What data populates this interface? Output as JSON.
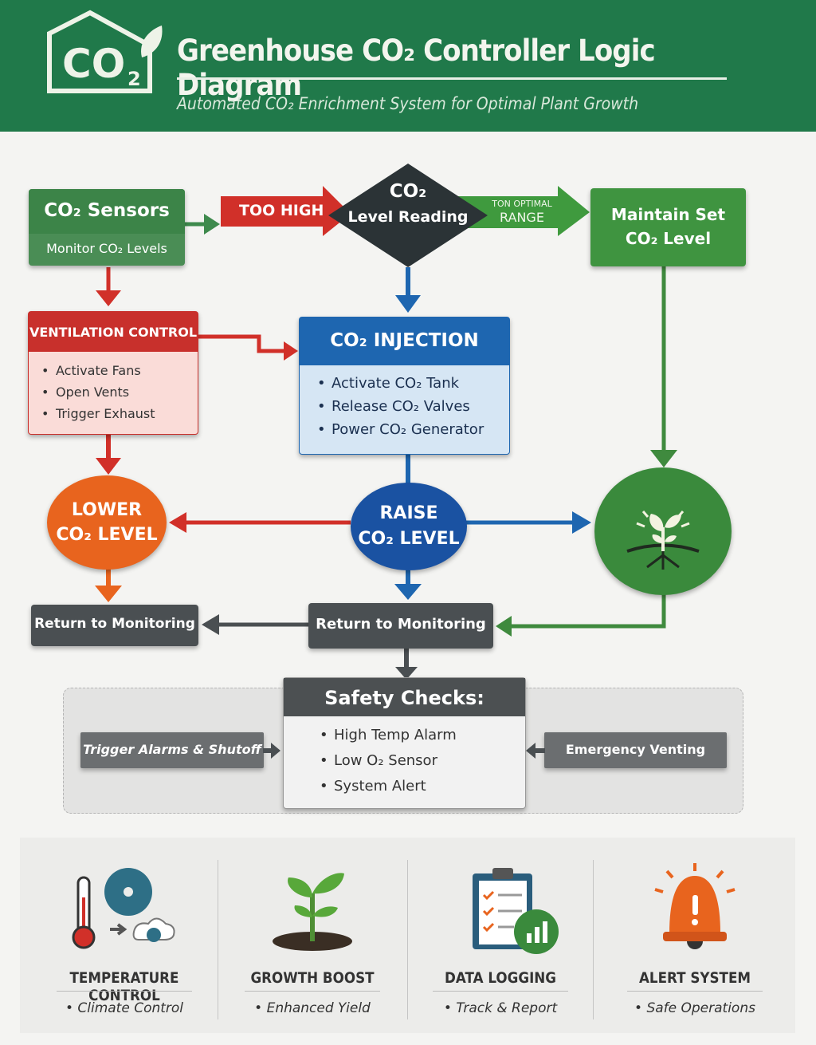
{
  "header": {
    "logo_text": "CO₂",
    "title": "Greenhouse CO₂ Controller Logic Diagram",
    "subtitle": "Automated CO₂ Enrichment System for Optimal Plant Growth"
  },
  "sensors": {
    "title": "CO₂ Sensors",
    "subtitle": "Monitor CO₂ Levels"
  },
  "too_high": "TOO HIGH",
  "decision": {
    "line1": "CO₂",
    "line2": "Level Reading"
  },
  "optimal": {
    "line1": "TON OPTIMAL",
    "line2": "RANGE"
  },
  "maintain": {
    "line1": "Maintain Set",
    "line2": "CO₂ Level"
  },
  "ventilation": {
    "title": "VENTILATION CONTROL",
    "items": [
      "Activate Fans",
      "Open Vents",
      "Trigger Exhaust"
    ]
  },
  "injection": {
    "title": "CO₂ INJECTION",
    "items": [
      "Activate CO₂ Tank",
      "Release CO₂ Valves",
      "Power CO₂ Generator"
    ]
  },
  "lower": {
    "line1": "LOWER",
    "line2": "CO₂ LEVEL"
  },
  "raise": {
    "line1": "RAISE",
    "line2": "CO₂ LEVEL"
  },
  "return_left": "Return to Monitoring",
  "return_center": "Return to Monitoring",
  "safety": {
    "title": "Safety Checks:",
    "items": [
      "High Temp Alarm",
      "Low O₂ Sensor",
      "System Alert"
    ],
    "left": "Trigger Alarms & Shutoff",
    "right": "Emergency Venting"
  },
  "features": [
    {
      "label": "TEMPERATURE CONTROL",
      "sub": "• Climate Control"
    },
    {
      "label": "GROWTH BOOST",
      "sub": "• Enhanced Yield"
    },
    {
      "label": "DATA LOGGING",
      "sub": "• Track & Report"
    },
    {
      "label": "ALERT SYSTEM",
      "sub": "• Safe Operations"
    }
  ],
  "colors": {
    "green": "#20794a",
    "red": "#cc2f2a",
    "blue": "#1e66b0",
    "orange": "#e8641e",
    "gray": "#4a4f52"
  }
}
